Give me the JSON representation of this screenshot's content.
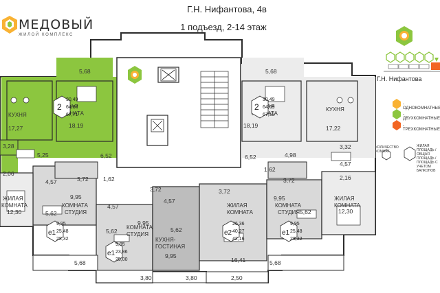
{
  "brand": {
    "name": "МЕДОВЫЙ",
    "subtitle": "ЖИЛОЙ КОМПЛЕКС"
  },
  "header": {
    "address": "Г.Н. Нифантова, 4в",
    "section": "1 подъезд, 2-14 этаж"
  },
  "location_label": "Г.Н. Нифантова",
  "legend": {
    "one_room": "- ОДНОКОМНАТНЫЕ",
    "two_room": "- ДВУХКОМНАТНЫЕ",
    "three_room": "- ТРЕХКОМНАТНЫЕ",
    "rooms_count": "КОЛИЧЕСТВО КОМНАТ",
    "areas_note": "ЖИЛАЯ ПЛОЩАДЬ / ОБЩАЯ ПЛОЩАДЬ / ПЛОЩАДЬ С УЧЕТОМ БАЛКОНОВ"
  },
  "colors": {
    "two_room": "#8cc63f",
    "three_room": "#f26522",
    "one_room": "#f9b233",
    "gray_unit": "#d9d9d9",
    "dark_gray_unit": "#bdbdbd",
    "light_unit": "#ececec",
    "wall": "#2b2b2b"
  },
  "room_labels": {
    "kitchen": "КУХНЯ",
    "living": "ЖИЛАЯ",
    "room": "КОМНАТА",
    "studio_room": "КОМНАТА",
    "studio": "СТУДИЯ",
    "kitchen_living1": "КУХНЯ-",
    "kitchen_living2": "ГОСТИНАЯ"
  },
  "areas": {
    "a_5_68_top_left": "5,68",
    "a_17_27": "17,27",
    "a_18_19_left": "18,19",
    "a_3_28": "3,28",
    "a_5_25": "5,25",
    "a_6_52_left": "6,52",
    "a_2_06": "2,06",
    "a_12_30_left": "12,30",
    "a_4_57_left": "4,57",
    "a_3_72_a": "3,72",
    "a_1_62_left": "1,62",
    "a_9_95_a": "9,95",
    "a_5_62_a": "5,62",
    "a_3_72_b": "3,72",
    "a_4_57_b": "4,57",
    "a_9_95_b": "9,95",
    "a_5_62_b": "5,62",
    "a_4_57_c": "4,57",
    "a_3_72_c": "3,72",
    "a_5_62_c": "5,62",
    "a_9_95_c": "9,95",
    "a_5_68_bottom_left": "5,68",
    "a_3_80_a": "3,80",
    "a_3_80_b": "3,80",
    "a_2_50": "2,50",
    "a_16_41": "16,41",
    "a_5_68_bottom_right": "5,68",
    "a_5_68_top_right": "5,68",
    "a_18_19_right": "18,19",
    "a_17_22": "17,22",
    "a_3_32": "3,32",
    "a_4_98": "4,98",
    "a_6_52_right": "6,52",
    "a_1_62_right": "1,62",
    "a_2_16": "2,16",
    "a_12_30_right": "12,30",
    "a_4_57_right": "4,57",
    "a_3_72_d": "3,72",
    "a_9_95_d": "9,95",
    "a_5_62_d": "5,62"
  },
  "badges": [
    {
      "rooms": "2",
      "living": "30,49",
      "total": "64,87",
      "balc": "67,71"
    },
    {
      "rooms": "2",
      "living": "30,49",
      "total": "64,69",
      "balc": "67,53"
    },
    {
      "rooms": "e1",
      "living": "9,95",
      "total": "25,48",
      "balc": "28,32"
    },
    {
      "rooms": "e1",
      "living": "9,95",
      "total": "23,86",
      "balc": "25,00"
    },
    {
      "rooms": "e2",
      "living": "26,36",
      "total": "40,27",
      "balc": "42,16"
    },
    {
      "rooms": "e1",
      "living": "9,95",
      "total": "25,48",
      "balc": "28,32"
    }
  ]
}
